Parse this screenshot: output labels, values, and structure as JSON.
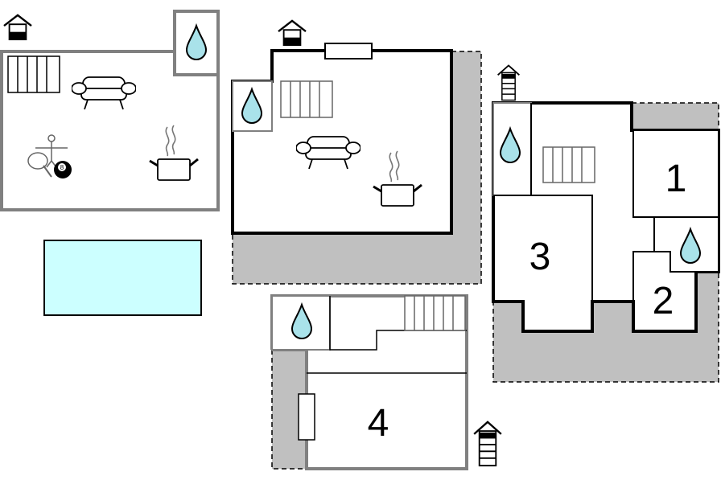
{
  "rooms": {
    "bedroom_1": "1",
    "bedroom_2": "2",
    "bedroom_3": "3",
    "bedroom_4": "4"
  },
  "icons": {
    "house_marker": "house-marker-icon",
    "bathroom": "water-drop-icon",
    "stairs": "stairs-icon",
    "sofa": "sofa-icon",
    "kitchen": "cooking-pot-icon",
    "games": "table-tennis-icon",
    "billiard": "billiard-ball-icon",
    "foosball": "foosball-icon"
  },
  "colors": {
    "terrace": "#c0c0c0",
    "pool": "#ccffff",
    "water": "#a9e2ea",
    "wall_dark": "#000000",
    "wall_grey": "#808080"
  },
  "billiard_ball_label": "8"
}
